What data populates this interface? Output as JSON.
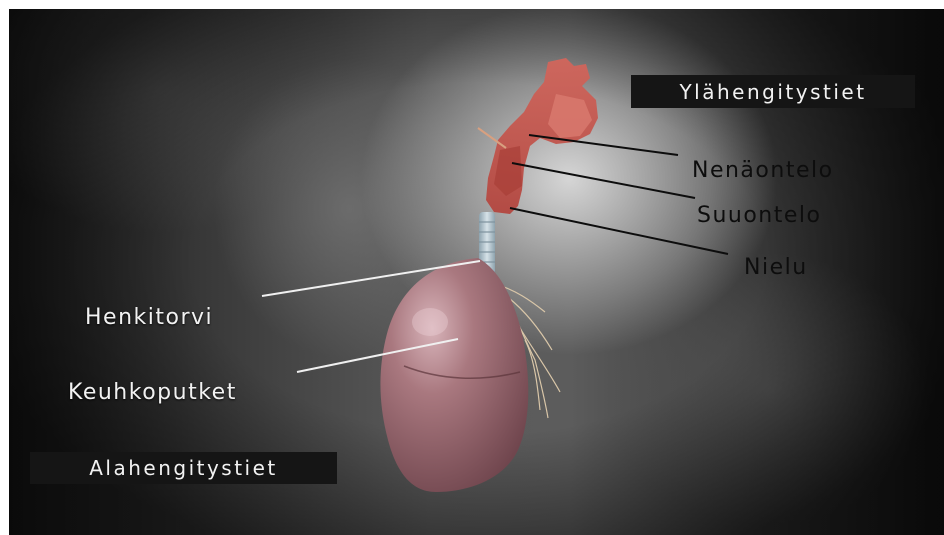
{
  "labels": {
    "upper_airways": "Ylähengitystiet",
    "nasal_cavity": "Nenäontelo",
    "oral_cavity": "Suuontelo",
    "pharynx": "Nielu",
    "trachea": "Henkitorvi",
    "bronchi": "Keuhkoputket",
    "lower_airways": "Alahengitystiet"
  },
  "colors": {
    "airway_tissue": "#c8564e",
    "lung": "#9b6b72",
    "trachea": "#b9c9d2",
    "label_box": "#151515"
  }
}
